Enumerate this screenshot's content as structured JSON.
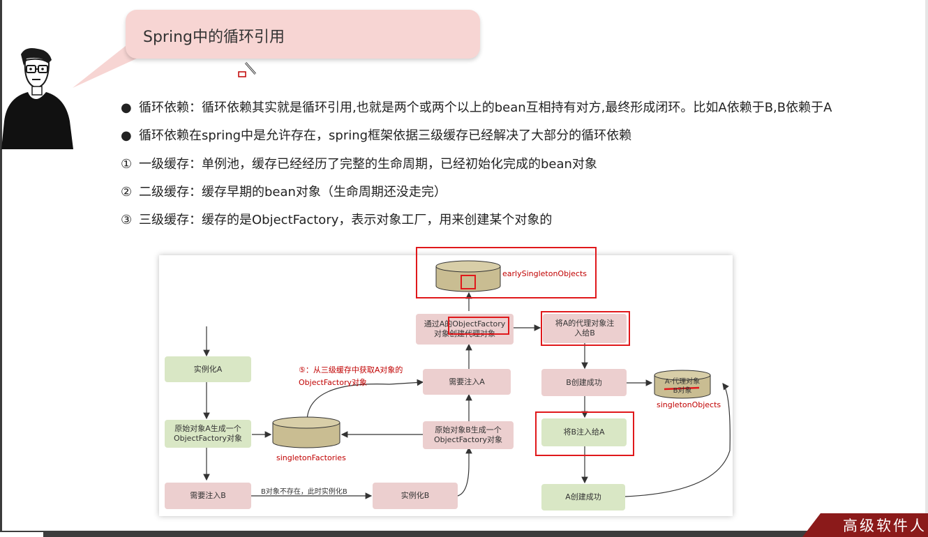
{
  "title": "Spring中的循环引用",
  "bullets": [
    {
      "mark": "●",
      "text": "循环依赖：循环依赖其实就是循环引用,也就是两个或两个以上的bean互相持有对方,最终形成闭环。比如A依赖于B,B依赖于A"
    },
    {
      "mark": "●",
      "text": "循环依赖在spring中是允许存在，spring框架依据三级缓存已经解决了大部分的循环依赖"
    },
    {
      "mark": "①",
      "text": "一级缓存：单例池，缓存已经经历了完整的生命周期，已经初始化完成的bean对象"
    },
    {
      "mark": "②",
      "text": "二级缓存：缓存早期的bean对象（生命周期还没走完）"
    },
    {
      "mark": "③",
      "text": "三级缓存：缓存的是ObjectFactory，表示对象工厂，用来创建某个对象的"
    }
  ],
  "diagram": {
    "nodes": {
      "instantiate_a": "实例化A",
      "raw_a_factory": "原始对象A生成一个ObjectFactory对象",
      "need_inject_b": "需要注入B",
      "instantiate_b": "实例化B",
      "raw_b_factory": "原始对象B生成一个ObjectFactory对象",
      "need_inject_a": "需要注入A",
      "create_proxy": "通过A的ObjectFactory对象创建代理对象",
      "inject_proxy_b": "将A的代理对象注入给B",
      "b_created": "B创建成功",
      "inject_b_a": "将B注入给A",
      "a_created": "A创建成功"
    },
    "caches": {
      "early": "earlySingletonObjects",
      "factories": "singletonFactories",
      "singletons": "singletonObjects",
      "singleton_items": [
        "A-代理对象",
        "B对象"
      ]
    },
    "edge_label": "B对象不存在，此时实例化B",
    "step_label": "⑤：从三级缓存中获取A对象的ObjectFactory对象"
  },
  "brand": "高级软件人"
}
